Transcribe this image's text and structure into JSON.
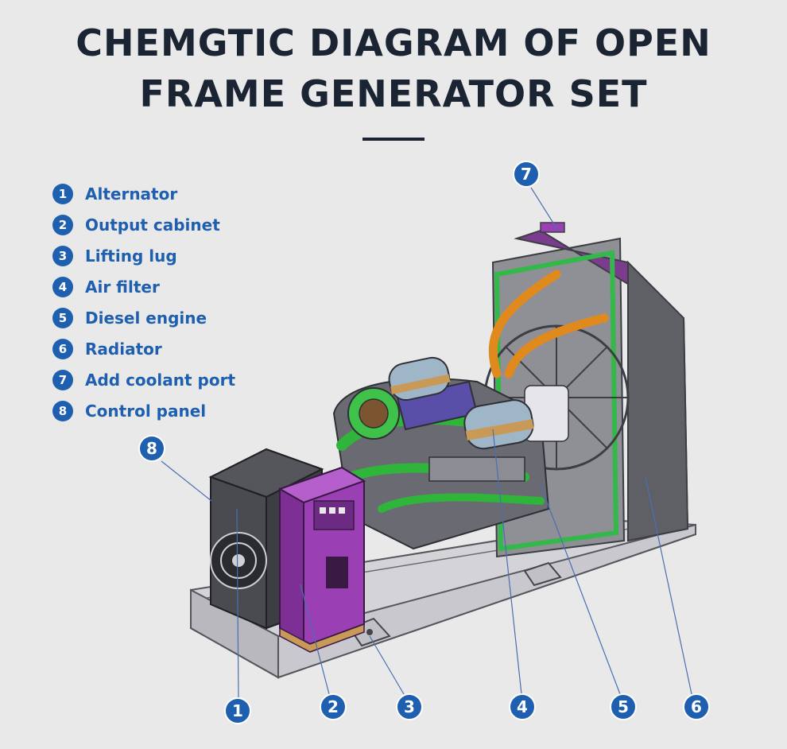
{
  "title": {
    "line1": "CHEMGTIC DIAGRAM OF OPEN",
    "line2": "FRAME GENERATOR SET"
  },
  "legend": [
    {
      "num": "1",
      "label": "Alternator"
    },
    {
      "num": "2",
      "label": "Output cabinet"
    },
    {
      "num": "3",
      "label": "Lifting lug"
    },
    {
      "num": "4",
      "label": "Air filter"
    },
    {
      "num": "5",
      "label": "Diesel engine"
    },
    {
      "num": "6",
      "label": "Radiator"
    },
    {
      "num": "7",
      "label": "Add coolant port"
    },
    {
      "num": "8",
      "label": "Control panel"
    }
  ],
  "callouts": {
    "c1": "1",
    "c2": "2",
    "c3": "3",
    "c4": "4",
    "c5": "5",
    "c6": "6",
    "c7": "7",
    "c8": "8"
  },
  "colors": {
    "accent": "#1f5fb0",
    "title": "#1a2433",
    "engine_green": "#2fb53a",
    "cabinet_purple": "#9b3fb5",
    "pipe_orange": "#e08a1e"
  }
}
